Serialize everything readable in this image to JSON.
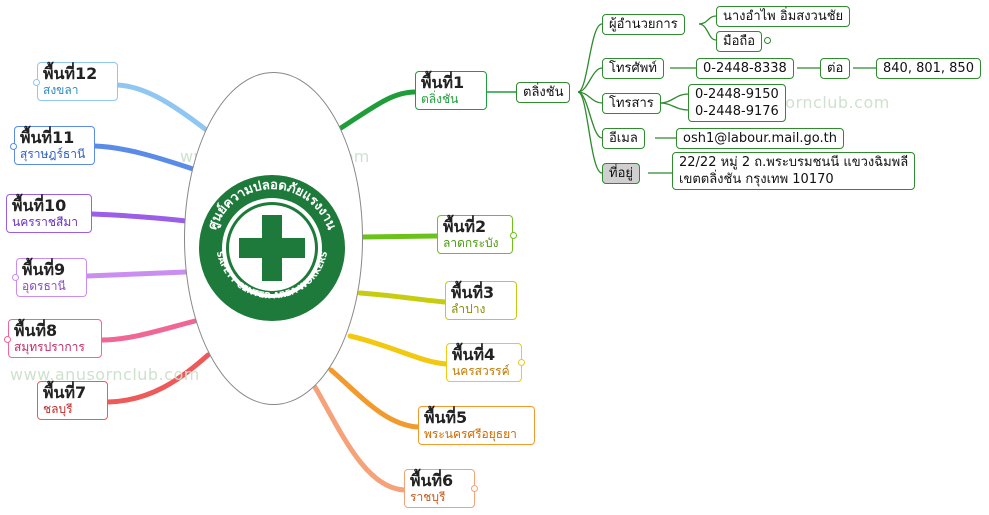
{
  "watermark": "www.anusornclub.com",
  "center": {
    "logo_text_top": "ศูนย์ความปลอดภัยแรงงาน",
    "logo_text_bottom": "SAFETY CENTER AREA WORKERS",
    "logo_color": "#1e7a3a"
  },
  "areas": [
    {
      "title": "พื้นที่1",
      "sub": "ตลิ่งชัน",
      "color": "#1f9d3a"
    },
    {
      "title": "พื้นที่2",
      "sub": "ลาดกระบัง",
      "color": "#6cc21a"
    },
    {
      "title": "พื้นที่3",
      "sub": "ลำปาง",
      "color": "#c8cc10"
    },
    {
      "title": "พื้นที่4",
      "sub": "นครสวรรค์",
      "color": "#f2c811"
    },
    {
      "title": "พื้นที่5",
      "sub": "พระนครศรีอยุธยา",
      "color": "#f39a2e"
    },
    {
      "title": "พื้นที่6",
      "sub": "ราชบุรี",
      "color": "#f5a27a"
    },
    {
      "title": "พื้นที่7",
      "sub": "ชลบุรี",
      "color": "#ee5a5a"
    },
    {
      "title": "พื้นที่8",
      "sub": "สมุทรปราการ",
      "color": "#f06694"
    },
    {
      "title": "พื้นที่9",
      "sub": "อุดรธานี",
      "color": "#c98ef0"
    },
    {
      "title": "พื้นที่10",
      "sub": "นครราชสีมา",
      "color": "#9a5ee8"
    },
    {
      "title": "พื้นที่11",
      "sub": "สุราษฎร์ธานี",
      "color": "#5b8be8"
    },
    {
      "title": "พื้นที่12",
      "sub": "สงขลา",
      "color": "#8fc6f2"
    }
  ],
  "area1_detail": {
    "hub": "ตลิ่งชัน",
    "director_label": "ผู้อำนวยการ",
    "director_name": "นางอำไพ อิ่มสงวนชัย",
    "mobile_label": "มือถือ",
    "phone_label": "โทรศัพท์",
    "phone_number": "0-2448-8338",
    "ext_label": "ต่อ",
    "ext_numbers": "840, 801, 850",
    "fax_label": "โทรสาร",
    "fax_1": "0-2448-9150",
    "fax_2": "0-2448-9176",
    "email_label": "อีเมล",
    "email": "osh1@labour.mail.go.th",
    "address_label": "ที่อยู่",
    "address_line1": "22/22 หมู่ 2 ถ.พระบรมชนนี แขวงฉิมพลี",
    "address_line2": "เขตตลิ่งชัน กรุงเทพ 10170"
  }
}
